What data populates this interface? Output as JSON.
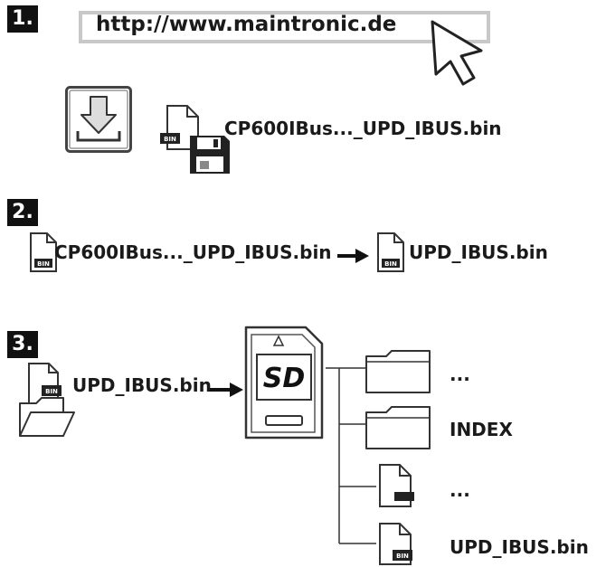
{
  "steps": {
    "step1": "1.",
    "step2": "2.",
    "step3": "3."
  },
  "url": "http://www.maintronic.de",
  "download_file": "CP600IBus..._UPD_IBUS.bin",
  "rename": {
    "from": "CP600IBus..._UPD_IBUS.bin",
    "to": "UPD_IBUS.bin"
  },
  "copy_file": "UPD_IBUS.bin",
  "sd_card_label": "SD",
  "tree": [
    {
      "type": "folder",
      "label": "..."
    },
    {
      "type": "folder",
      "label": "INDEX"
    },
    {
      "type": "file",
      "label": "..."
    },
    {
      "type": "file-bin",
      "label": "UPD_IBUS.bin"
    }
  ],
  "bin_tag": "BIN",
  "colors": {
    "badge": "#111111",
    "url_border": "#c8c8c8",
    "line": "#333333"
  },
  "icons": [
    "cursor-arrow-icon",
    "download-icon",
    "bin-file-icon",
    "floppy-disk-icon",
    "arrow-right-icon",
    "open-folder-icon",
    "sd-card-icon",
    "folder-icon",
    "file-icon"
  ]
}
